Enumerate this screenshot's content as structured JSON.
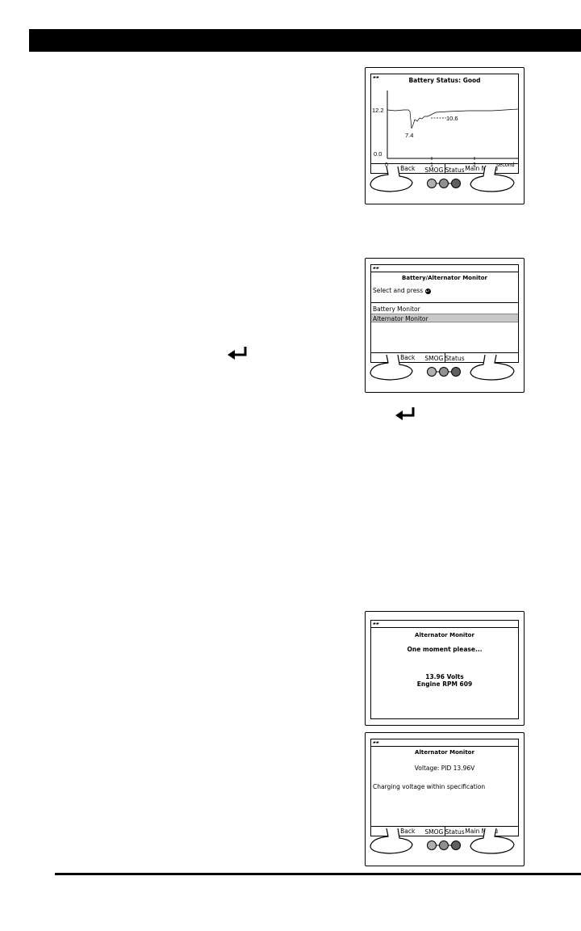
{
  "screen1": {
    "title": "Battery Status: Good",
    "y_top_label": "12.2",
    "y_bottom_label": "0.0",
    "min_label": "7.4",
    "avg_label": "10.6",
    "x_ticks": [
      "0",
      "1",
      "2",
      "second"
    ],
    "softkeys": [
      "Back",
      "Main Menu"
    ],
    "smog_label": "SMOG Status"
  },
  "screen2": {
    "title": "Battery/Alternator Monitor",
    "prompt": "Select and press",
    "items": [
      "Battery Monitor",
      "Alternator Monitor"
    ],
    "selected_index": 1,
    "softkeys": [
      "Back",
      ""
    ],
    "smog_label": "SMOG Status"
  },
  "screen3": {
    "title": "Alternator Monitor",
    "message": "One moment please...",
    "volts": "13.96 Volts",
    "rpm": "Engine RPM 609"
  },
  "screen4": {
    "title": "Alternator Monitor",
    "voltage": "Voltage: PID 13.96V",
    "result": "Charging voltage within specification",
    "softkeys": [
      "Back",
      "Main Menu"
    ],
    "smog_label": "SMOG Status"
  },
  "icons": {
    "enter": "enter-key-icon",
    "battery": "battery-icon",
    "led": "status-led-icon"
  },
  "colors": {
    "led_light": "#b0b0b0",
    "led_mid": "#909090",
    "led_dark": "#606060",
    "highlight": "#c8c8c8"
  }
}
